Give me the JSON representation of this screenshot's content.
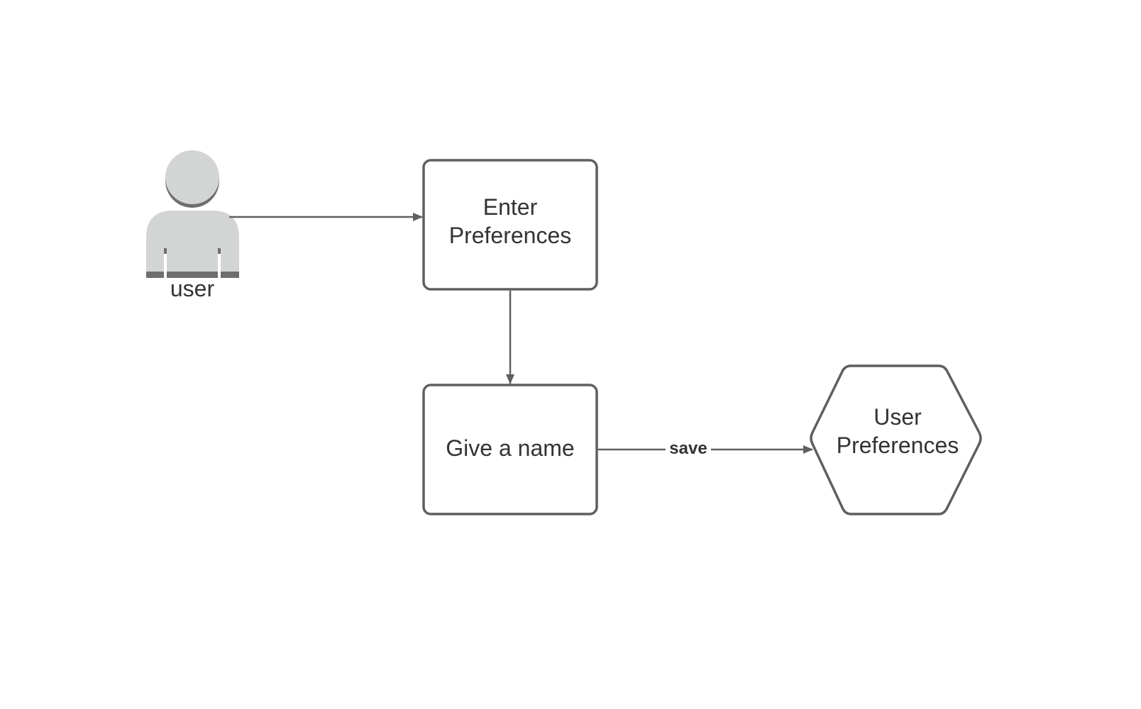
{
  "diagram": {
    "actor": {
      "label": "user",
      "icon": "user-actor-icon"
    },
    "nodes": {
      "enter_preferences": {
        "line1": "Enter",
        "line2": "Preferences",
        "shape": "rounded-rectangle"
      },
      "give_a_name": {
        "label": "Give a name",
        "shape": "rounded-rectangle"
      },
      "user_preferences": {
        "line1": "User",
        "line2": "Preferences",
        "shape": "hexagon"
      }
    },
    "edges": {
      "user_to_enter": {
        "from": "user",
        "to": "Enter Preferences"
      },
      "enter_to_name": {
        "from": "Enter Preferences",
        "to": "Give a name"
      },
      "name_to_store": {
        "from": "Give a name",
        "to": "User Preferences",
        "label": "save"
      }
    },
    "colors": {
      "stroke": "#5f5f5f",
      "text": "#333333",
      "actor_fill": "#d3d4d4",
      "actor_shadow": "#6e6e6e"
    }
  }
}
